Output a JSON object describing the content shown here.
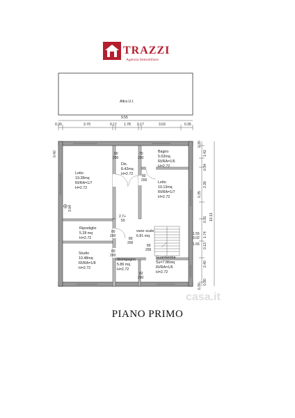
{
  "brand": {
    "name": "TRAZZI",
    "tagline": "Agenzia Immobiliare",
    "color": "#b51e2e"
  },
  "plan_title": "PIANO PRIMO",
  "watermark": "casa.it",
  "top_area": {
    "label": "Altra U.I."
  },
  "top_dims": {
    "total": "9.55",
    "segments": [
      "0.30",
      "3.79",
      "0.17",
      "1.78",
      "0.17",
      "3.03",
      "0.35"
    ]
  },
  "rooms": [
    {
      "name": "Letto",
      "area": "19.28mq",
      "ratio": "RI/RA=1/7",
      "height": "H=2.72"
    },
    {
      "name": "Dis.",
      "area": "8.42mq",
      "ratio": "",
      "height": "H=2.72"
    },
    {
      "name": "Bagno",
      "area": "5.02mq",
      "ratio": "RI/RA=1/6",
      "height": "H=2.72"
    },
    {
      "name": "Letto",
      "area": "10.13mq",
      "ratio": "RI/RA=1/7",
      "height": "H=2.72"
    },
    {
      "name": "Ripostiglio",
      "area": "5.28 mq",
      "ratio": "",
      "height": "H=2.72"
    },
    {
      "name": "vano scale",
      "area": "6.81 mq",
      "ratio": "",
      "height": ""
    },
    {
      "name": "Studio",
      "area": "10.48mq",
      "ratio": "RI/RA=1/8",
      "height": "H=2.72"
    },
    {
      "name": "disimpegno",
      "area": "5.86 mq",
      "ratio": "",
      "height": "H=2.72"
    },
    {
      "name": "Guardaroba",
      "area": "Su=7.86mq",
      "ratio": "RI/RA=1/6",
      "height": "H=2.72"
    }
  ],
  "doors": [
    {
      "w": "80",
      "h": "200"
    },
    {
      "w": "70",
      "h": "200"
    },
    {
      "w": "80",
      "h": "200"
    },
    {
      "w": "80",
      "h": "200"
    },
    {
      "w": "80",
      "h": "200"
    },
    {
      "w": "80",
      "h": "200"
    },
    {
      "w": "80",
      "h": "200"
    },
    {
      "w": "82",
      "h": "200"
    }
  ],
  "right_dims": {
    "total": "10.13",
    "segments": [
      "0.30",
      "1.42",
      "0.34",
      "2.39",
      "0.35",
      "0.31",
      "1.74",
      "0.13",
      "2.40",
      "0.30"
    ],
    "extra": [
      "1.55",
      "0.02",
      "1.55"
    ]
  },
  "left_dims": [
    "0.40",
    "3.94"
  ],
  "small_labels": [
    "2.7+",
    "50"
  ],
  "bottom_right": "0.30"
}
